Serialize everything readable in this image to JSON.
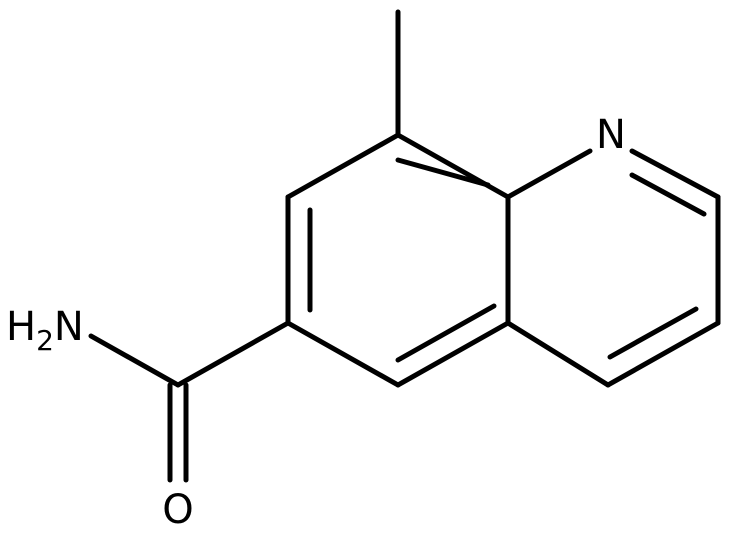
{
  "molecule": {
    "atoms": {
      "ring_nitrogen": "N",
      "amide_nitrogen_prefix": "H",
      "amide_nitrogen_subscript": "2",
      "amide_nitrogen_suffix": "N",
      "carbonyl_oxygen": "O"
    },
    "colors": {
      "bond": "#000000",
      "label": "#000000",
      "background": "#ffffff"
    }
  }
}
